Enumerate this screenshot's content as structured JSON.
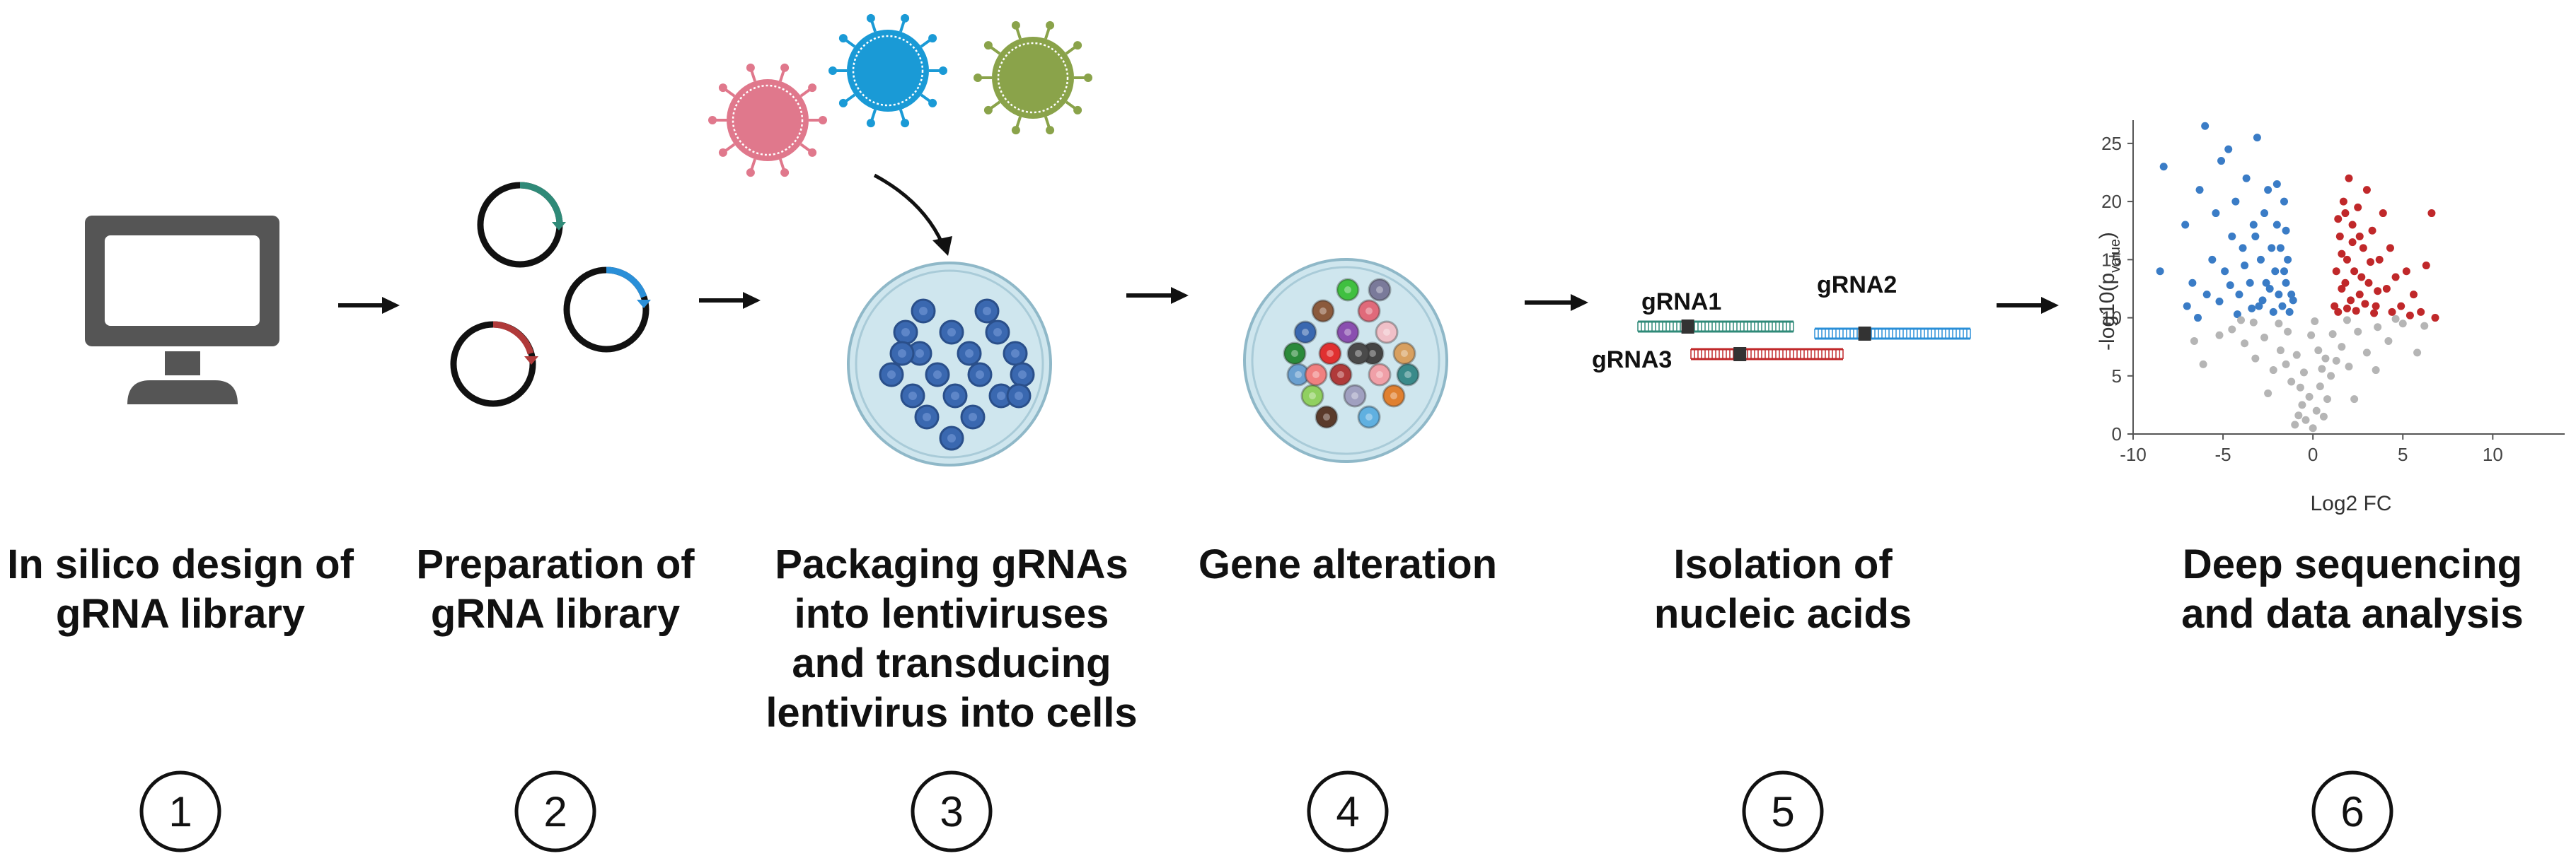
{
  "steps": [
    {
      "number": "1",
      "label_lines": [
        "In silico design of",
        "gRNA library"
      ]
    },
    {
      "number": "2",
      "label_lines": [
        "Preparation of",
        "gRNA library"
      ]
    },
    {
      "number": "3",
      "label_lines": [
        "Packaging gRNAs",
        "into lentiviruses",
        "and transducing",
        "lentivirus into cells"
      ]
    },
    {
      "number": "4",
      "label_lines": [
        "Gene alteration"
      ]
    },
    {
      "number": "5",
      "label_lines": [
        "Isolation of",
        "nucleic acids"
      ]
    },
    {
      "number": "6",
      "label_lines": [
        "Deep sequencing",
        "and data analysis"
      ]
    }
  ],
  "grnas": {
    "g1": "gRNA1",
    "g2": "gRNA2",
    "g3": "gRNA3"
  },
  "colors": {
    "monitor": "#555555",
    "screen": "#ffffff",
    "dish_fill": "#cfe6ee",
    "dish_rim": "#8fb8c8",
    "cell_blue": "#3a68b0",
    "virus_pink": "#e0788c",
    "virus_blue": "#1a9ad6",
    "virus_green": "#8aa34a",
    "plasmid_teal": "#2f8a78",
    "plasmid_blue": "#2a8fd8",
    "plasmid_red": "#b03a3a",
    "volcano_up": "#c0282a",
    "volcano_down": "#3a7cc6",
    "volcano_ns": "#b5b5b5"
  },
  "chart_data": {
    "type": "scatter",
    "xlabel": "Log2 FC",
    "ylabel": "-log10(p_value)",
    "xlim": [
      -10,
      14
    ],
    "ylim": [
      0,
      27
    ],
    "xticks": [
      "-10",
      "-5",
      "0",
      "5",
      "10"
    ],
    "yticks": [
      "0",
      "5",
      "10",
      "15",
      "20",
      "25"
    ],
    "series": [
      {
        "points": [
          [
            -8.3,
            23
          ],
          [
            -7.1,
            18
          ],
          [
            -6.7,
            13
          ],
          [
            -6.3,
            21
          ],
          [
            -6.0,
            26.5
          ],
          [
            -5.6,
            15
          ],
          [
            -5.4,
            19
          ],
          [
            -5.1,
            23.5
          ],
          [
            -4.9,
            14
          ],
          [
            -4.7,
            24.5
          ],
          [
            -4.5,
            17
          ],
          [
            -4.3,
            20
          ],
          [
            -4.1,
            12
          ],
          [
            -3.9,
            16
          ],
          [
            -3.7,
            22
          ],
          [
            -3.5,
            13
          ],
          [
            -3.3,
            18
          ],
          [
            -3.1,
            25.5
          ],
          [
            -3.0,
            11
          ],
          [
            -2.9,
            15
          ],
          [
            -2.7,
            19
          ],
          [
            -2.6,
            13
          ],
          [
            -2.5,
            21
          ],
          [
            -2.3,
            16
          ],
          [
            -2.2,
            10.5
          ],
          [
            -2.1,
            14
          ],
          [
            -2.0,
            18
          ],
          [
            -1.9,
            12
          ],
          [
            -1.8,
            16
          ],
          [
            -1.7,
            11
          ],
          [
            -1.6,
            20
          ],
          [
            -1.5,
            13
          ],
          [
            -1.4,
            15
          ],
          [
            -1.3,
            10.5
          ],
          [
            -1.2,
            12
          ],
          [
            -5.9,
            12
          ],
          [
            -6.4,
            10
          ],
          [
            -7.0,
            11
          ],
          [
            -4.2,
            10.3
          ],
          [
            -3.4,
            10.8
          ],
          [
            -2.8,
            11.5
          ],
          [
            -8.5,
            14
          ],
          [
            -5.2,
            11.4
          ],
          [
            -4.6,
            12.8
          ],
          [
            -3.8,
            14.5
          ],
          [
            -3.2,
            17
          ],
          [
            -2.4,
            12.5
          ],
          [
            -1.6,
            14
          ],
          [
            -2.0,
            21.5
          ],
          [
            -1.5,
            17.5
          ],
          [
            -1.1,
            11.5
          ]
        ]
      },
      {
        "points": [
          [
            1.2,
            11
          ],
          [
            1.3,
            14
          ],
          [
            1.4,
            10.5
          ],
          [
            1.5,
            17
          ],
          [
            1.6,
            12.5
          ],
          [
            1.7,
            20
          ],
          [
            1.8,
            13
          ],
          [
            1.9,
            15
          ],
          [
            2.0,
            22
          ],
          [
            2.1,
            11.5
          ],
          [
            2.2,
            18
          ],
          [
            2.3,
            14
          ],
          [
            2.5,
            19.5
          ],
          [
            2.6,
            12
          ],
          [
            2.8,
            16
          ],
          [
            3.0,
            21
          ],
          [
            3.1,
            13
          ],
          [
            3.3,
            17.5
          ],
          [
            3.5,
            11
          ],
          [
            3.7,
            15
          ],
          [
            3.9,
            19
          ],
          [
            4.1,
            12.5
          ],
          [
            4.3,
            16
          ],
          [
            4.6,
            13.5
          ],
          [
            4.9,
            11
          ],
          [
            5.2,
            14
          ],
          [
            5.6,
            12
          ],
          [
            6.0,
            10.5
          ],
          [
            6.3,
            14.5
          ],
          [
            6.6,
            19
          ],
          [
            6.8,
            10
          ],
          [
            1.4,
            18.5
          ],
          [
            1.9,
            10.8
          ],
          [
            2.4,
            10.6
          ],
          [
            2.9,
            11.2
          ],
          [
            3.4,
            10.4
          ],
          [
            2.7,
            13.5
          ],
          [
            3.6,
            12.3
          ],
          [
            4.4,
            10.5
          ],
          [
            5.4,
            10.2
          ],
          [
            1.6,
            15.5
          ],
          [
            2.2,
            16.5
          ],
          [
            1.8,
            19
          ],
          [
            2.6,
            17
          ],
          [
            3.2,
            14.8
          ]
        ]
      },
      {
        "points": [
          [
            -1.0,
            0.8
          ],
          [
            -0.8,
            1.6
          ],
          [
            -0.6,
            2.5
          ],
          [
            -0.4,
            1.2
          ],
          [
            -0.2,
            3.2
          ],
          [
            0.0,
            0.5
          ],
          [
            0.2,
            2.0
          ],
          [
            0.4,
            4.1
          ],
          [
            0.6,
            1.5
          ],
          [
            0.8,
            3.0
          ],
          [
            1.0,
            5.0
          ],
          [
            -1.2,
            4.5
          ],
          [
            -1.5,
            6.0
          ],
          [
            -1.8,
            7.2
          ],
          [
            -2.2,
            5.5
          ],
          [
            -2.7,
            8.3
          ],
          [
            -3.2,
            6.5
          ],
          [
            -3.8,
            7.8
          ],
          [
            -4.5,
            9.0
          ],
          [
            -5.2,
            8.5
          ],
          [
            -6.1,
            6.0
          ],
          [
            1.3,
            6.3
          ],
          [
            1.6,
            7.5
          ],
          [
            2.0,
            5.8
          ],
          [
            2.5,
            8.8
          ],
          [
            3.0,
            7.0
          ],
          [
            3.6,
            9.2
          ],
          [
            4.2,
            8.0
          ],
          [
            5.0,
            9.5
          ],
          [
            5.8,
            7.0
          ],
          [
            -0.9,
            6.8
          ],
          [
            0.7,
            6.5
          ],
          [
            -0.5,
            5.3
          ],
          [
            0.3,
            7.2
          ],
          [
            -1.9,
            9.5
          ],
          [
            1.9,
            9.8
          ],
          [
            -2.5,
            3.5
          ],
          [
            2.3,
            3.0
          ],
          [
            -3.3,
            9.6
          ],
          [
            3.5,
            5.5
          ],
          [
            -0.1,
            8.5
          ],
          [
            0.1,
            9.7
          ],
          [
            -1.4,
            8.8
          ],
          [
            1.1,
            8.6
          ],
          [
            -0.7,
            4.0
          ],
          [
            0.5,
            5.6
          ],
          [
            -4.0,
            9.8
          ],
          [
            4.6,
            9.9
          ],
          [
            -6.6,
            8.0
          ],
          [
            6.2,
            9.3
          ]
        ]
      }
    ]
  }
}
